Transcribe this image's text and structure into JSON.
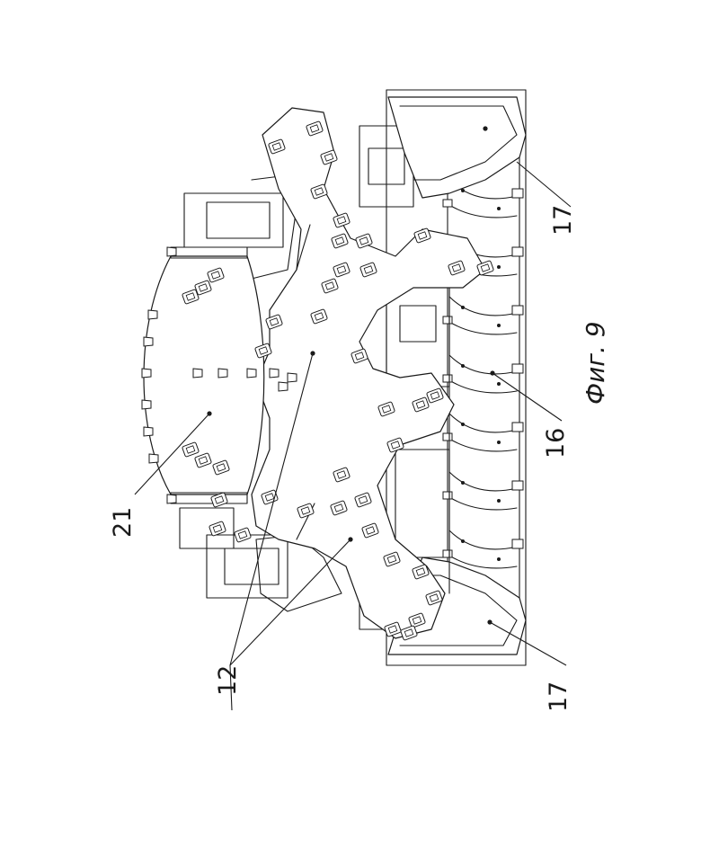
{
  "figure": {
    "caption": "Фиг. 9"
  },
  "callouts": [
    {
      "id": "21",
      "text": "21"
    },
    {
      "id": "12",
      "text": "12"
    },
    {
      "id": "16",
      "text": "16"
    },
    {
      "id": "17-top",
      "text": "17"
    },
    {
      "id": "17-bottom",
      "text": "17"
    }
  ]
}
